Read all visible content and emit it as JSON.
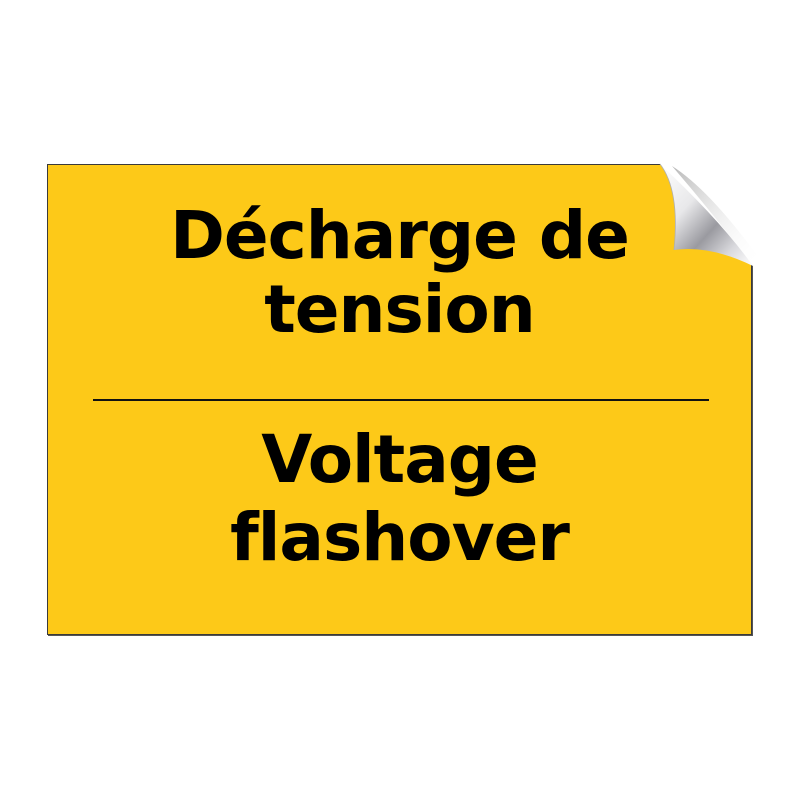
{
  "sign": {
    "background_color": "#FDC918",
    "text_color": "#000000",
    "french": {
      "line1": "Décharge de",
      "line2": "tension"
    },
    "english": {
      "line1": "Voltage",
      "line2": "flashover"
    },
    "corner_icon": "peeling-sticker-corner"
  }
}
